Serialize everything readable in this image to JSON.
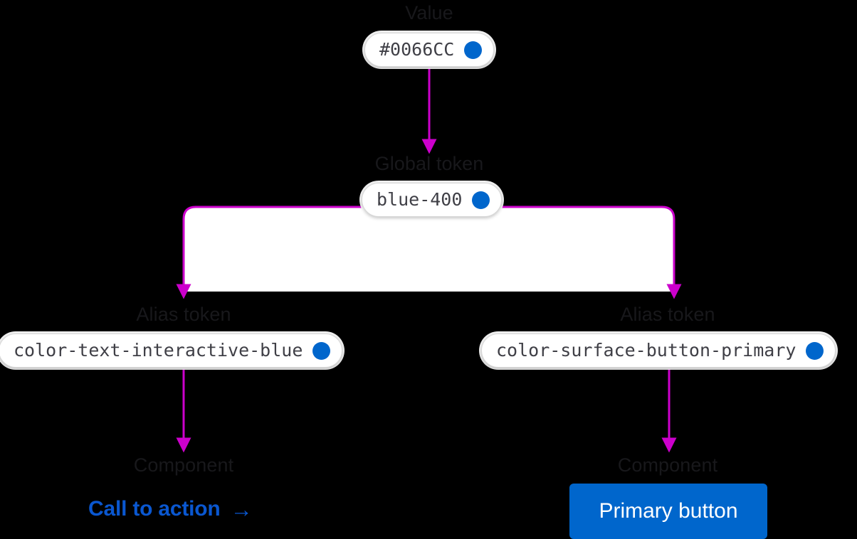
{
  "theme": {
    "background": "#000000",
    "connector_color": "#cc00cc",
    "label_color": "#18181b",
    "pill_background": "#ffffff",
    "token_color": "#0066cc",
    "link_color": "#0a57d0",
    "button_background": "#0066cc",
    "button_text_color": "#ffffff"
  },
  "stages": {
    "value": {
      "label": "Value",
      "pill_text": "#0066CC",
      "swatch_color": "#0066cc",
      "swatch_icon": "color-swatch-dot-icon"
    },
    "global_token": {
      "label": "Global token",
      "pill_text": "blue-400",
      "swatch_color": "#0066cc",
      "swatch_icon": "color-swatch-dot-icon"
    },
    "alias_token_left": {
      "label": "Alias token",
      "pill_text": "color-text-interactive-blue",
      "swatch_color": "#0066cc",
      "swatch_icon": "color-swatch-dot-icon"
    },
    "alias_token_right": {
      "label": "Alias token",
      "pill_text": "color-surface-button-primary",
      "swatch_color": "#0066cc",
      "swatch_icon": "color-swatch-dot-icon"
    },
    "component_left": {
      "label": "Component",
      "link_text": "Call to action",
      "link_arrow": "→",
      "arrow_icon": "arrow-right-icon"
    },
    "component_right": {
      "label": "Component",
      "button_text": "Primary button"
    }
  }
}
